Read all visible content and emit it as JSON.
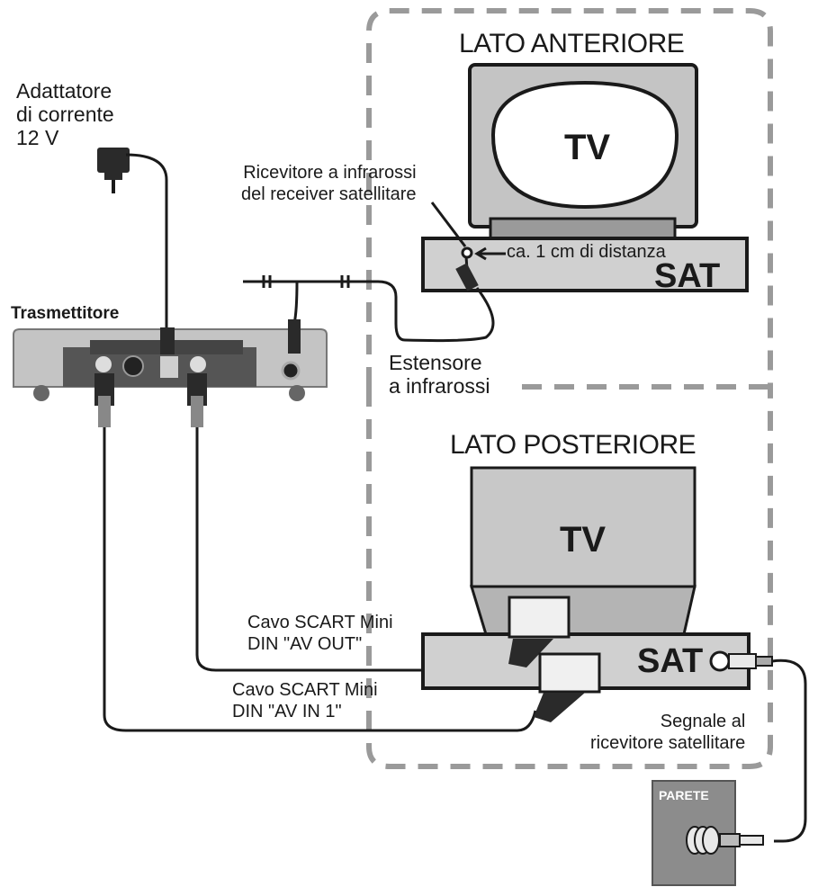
{
  "labels": {
    "power_adapter": [
      "Adattatore",
      "di corrente",
      "12 V"
    ],
    "transmitter": "Trasmettitore",
    "front_side": "LATO ANTERIORE",
    "back_side": "LATO POSTERIORE",
    "tv_front": "TV",
    "tv_back": "TV",
    "sat_front": "SAT",
    "sat_back": "SAT",
    "ir_receiver": [
      "Ricevitore a infrarossi",
      "del receiver satellitare"
    ],
    "distance": "ca. 1 cm di distanza",
    "ir_extender": [
      "Estensore",
      "a infrarossi"
    ],
    "scart_av_out": [
      "Cavo SCART Mini",
      "DIN \"AV OUT\""
    ],
    "scart_av_in": [
      "Cavo SCART Mini",
      "DIN \"AV IN 1\""
    ],
    "satellite_signal": [
      "Segnale al",
      "ricevitore satellitare"
    ],
    "wall": "PARETE"
  },
  "colors": {
    "line": "#1a1a1a",
    "device_grey": "#b4b4b4",
    "device_dark": "#555555",
    "dashed_frame": "#9a9a9a",
    "tv_screen": "#ffffff",
    "wall_plate": "#8c8c8c"
  }
}
